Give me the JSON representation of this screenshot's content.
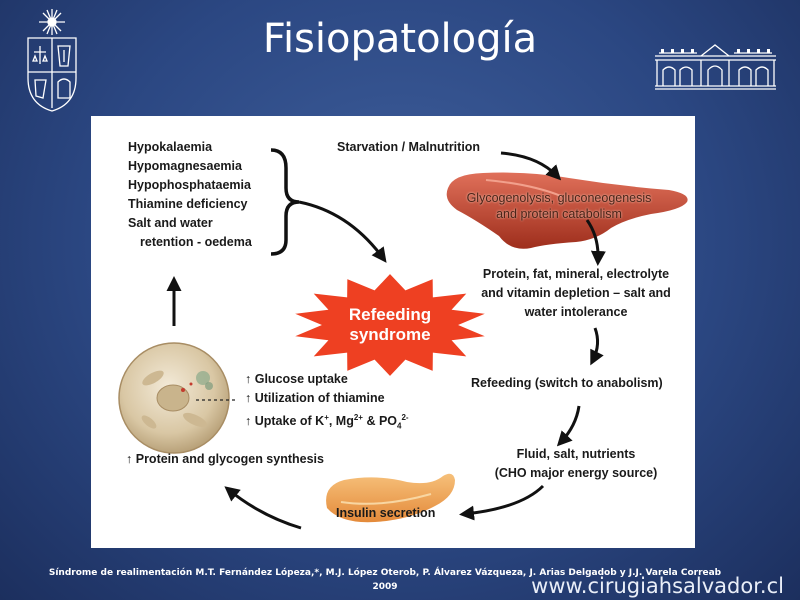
{
  "slide": {
    "title": "Fisiopatología",
    "reference": "Síndrome de realimentación M.T. Fernández Lópeza,*, M.J. López Oterob, P. Álvarez Vázqueza, J. Arias Delgadob y J.J. Varela Correab",
    "reference_year": "2009",
    "website": "www.cirugiahsalvador.cl"
  },
  "diagram": {
    "symptoms": [
      "Hypokalaemia",
      "Hypomagnesaemia",
      "Hypophosphataemia",
      "Thiamine deficiency",
      "Salt and water",
      "retention - oedema"
    ],
    "starvation": "Starvation / Malnutrition",
    "liver_process": [
      "Glycogenolysis, gluconeogenesis",
      "and protein catabolism"
    ],
    "depletion": [
      "Protein, fat, mineral, electrolyte",
      "and vitamin depletion – salt and",
      "water intolerance"
    ],
    "refeeding": "Refeeding (switch to anabolism)",
    "fluid": [
      "Fluid, salt, nutrients",
      "(CHO major energy source)"
    ],
    "insulin": "Insulin secretion",
    "center": [
      "Refeeding",
      "syndrome"
    ],
    "uptake": {
      "arrow": "↑",
      "glucose": "Glucose uptake",
      "thiamine": "Utilization of thiamine",
      "minerals_prefix": "Uptake of K",
      "plus": "+",
      "mg": ", Mg",
      "mg_charge": "2+",
      "po": " & PO",
      "po_sub": "4",
      "po_charge": "2-"
    },
    "synthesis": "Protein and glycogen synthesis"
  },
  "colors": {
    "background": "#2b4782",
    "starburst": "#ee4022",
    "liver": "#c1452c",
    "pancreas": "#f0a052"
  },
  "icons": {
    "crest": "university-crest-icon",
    "building": "building-logo-icon",
    "liver": "liver-illustration",
    "cell": "cell-illustration",
    "pancreas": "pancreas-illustration"
  }
}
